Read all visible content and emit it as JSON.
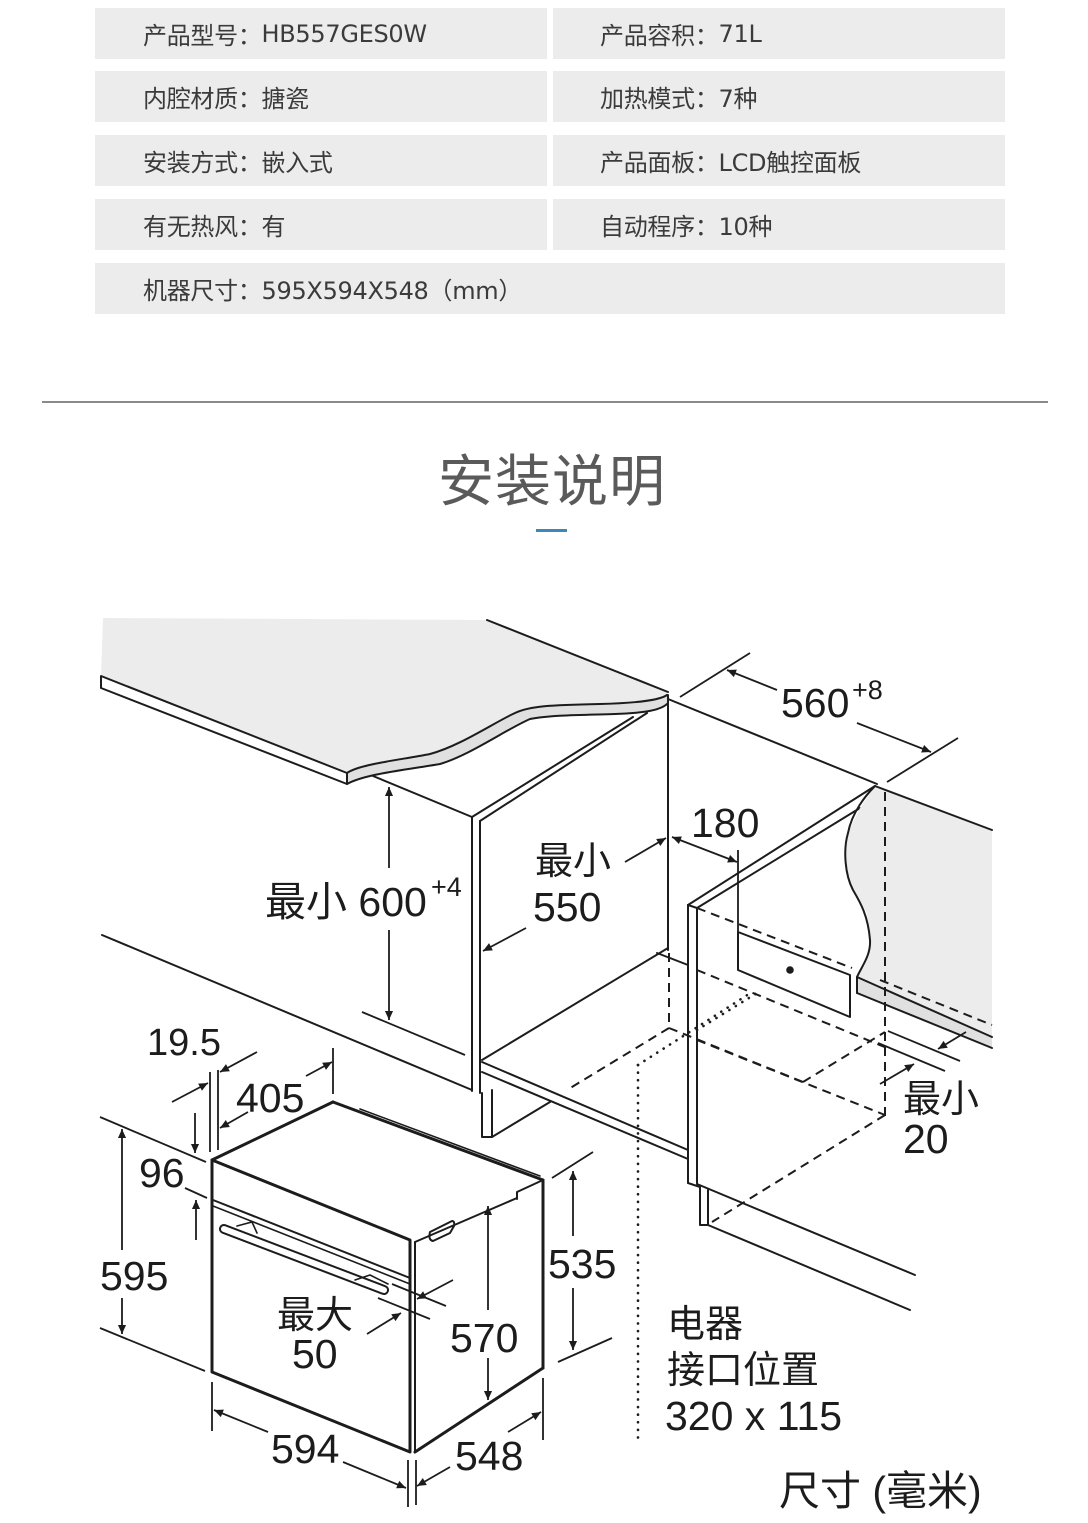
{
  "specs": {
    "separator": "：",
    "rows": [
      {
        "left": {
          "label": "产品型号",
          "value": "HB557GES0W"
        },
        "right": {
          "label": "产品容积",
          "value": "71L"
        }
      },
      {
        "left": {
          "label": "内腔材质",
          "value": "搪瓷"
        },
        "right": {
          "label": "加热模式",
          "value": "7种"
        }
      },
      {
        "left": {
          "label": "安装方式",
          "value": "嵌入式"
        },
        "right": {
          "label": "产品面板",
          "value": "LCD触控面板"
        }
      },
      {
        "left": {
          "label": "有无热风",
          "value": "有"
        },
        "right": {
          "label": "自动程序",
          "value": "10种"
        }
      },
      {
        "full": {
          "label": "机器尺寸",
          "value": "595X594X548（mm）"
        }
      }
    ]
  },
  "section": {
    "title": "安装说明",
    "accent_color": "#3f87b8"
  },
  "diagram": {
    "dimensions": {
      "niche_height": {
        "prefix": "最小 600",
        "tolerance": "+4"
      },
      "niche_depth": {
        "prefix": "最小",
        "value": "550"
      },
      "niche_width": {
        "value": "560",
        "tolerance": "+8"
      },
      "connection_offset": {
        "value": "180"
      },
      "rear_gap": {
        "prefix": "最小",
        "value": "20"
      },
      "panel_offset": {
        "value": "19.5"
      },
      "top_depth": {
        "value": "405"
      },
      "control_panel_height": {
        "value": "96"
      },
      "oven_height": {
        "value": "595"
      },
      "handle_projection": {
        "prefix": "最大",
        "value": "50"
      },
      "body_height": {
        "value": "570"
      },
      "rear_height": {
        "value": "535"
      },
      "oven_width": {
        "value": "594"
      },
      "oven_depth": {
        "value": "548"
      }
    },
    "connection_note": {
      "line1": "电器",
      "line2": "接口位置",
      "size": "320 x 115"
    },
    "units_note": "尺寸 (毫米)"
  }
}
